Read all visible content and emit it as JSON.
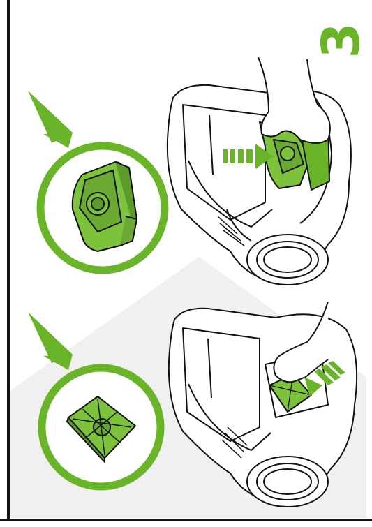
{
  "page": {
    "step_number": "3"
  },
  "colors": {
    "accent_green": "#6ab42a",
    "part_green": "#7cc23b",
    "background_shape": "#f0f0f0",
    "line": "#111111"
  },
  "illustrations": [
    {
      "panel": "top",
      "part": "foam-filter-block",
      "action": "insert-into-vacuum"
    },
    {
      "panel": "bottom",
      "part": "flat-square-filter",
      "action": "insert-into-vacuum"
    }
  ]
}
